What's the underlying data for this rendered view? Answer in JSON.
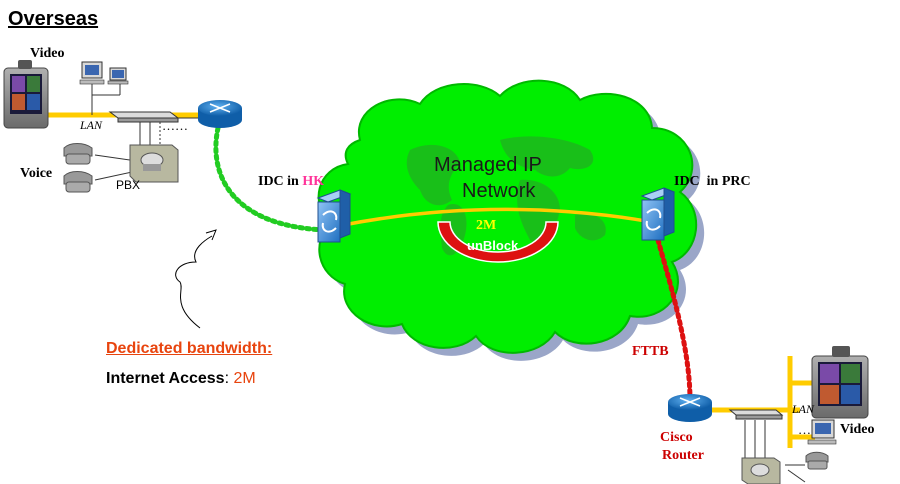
{
  "title": "Overseas",
  "cloud": {
    "line1": "Managed IP",
    "line2": "Network",
    "bandwidth": "2M",
    "unblock": "unBlock"
  },
  "overseas_site": {
    "video_label": "Video",
    "lan_label": "LAN",
    "voice_label": "Voice",
    "pbx_label": "PBX",
    "ellipsis": "……"
  },
  "idc_hk": {
    "prefix": "IDC in ",
    "location": "HK"
  },
  "idc_prc": {
    "label": "IDC  in PRC"
  },
  "fttb_label": "FTTB",
  "prc_site": {
    "router_line1": "Cisco",
    "router_line2": "Router",
    "lan_label": "LAN",
    "video_label": "Video",
    "ellipsis": "…"
  },
  "callout": {
    "heading": "Dedicated bandwidth:",
    "access_label": "Internet Access",
    "separator": ": ",
    "access_value": "2M"
  },
  "colors": {
    "cloud_green": "#00ee00",
    "cloud_shadow": "#9aa6c8",
    "yellow_link": "#ffcc00",
    "green_dotted": "#22cc22",
    "red_dotted": "#dd1111",
    "router_blue": "#1976c8",
    "switch_blue": "#4a90d9",
    "callout_orange": "#e8440e",
    "hk_pink": "#ff3399",
    "fttb_red": "#cc0000"
  }
}
